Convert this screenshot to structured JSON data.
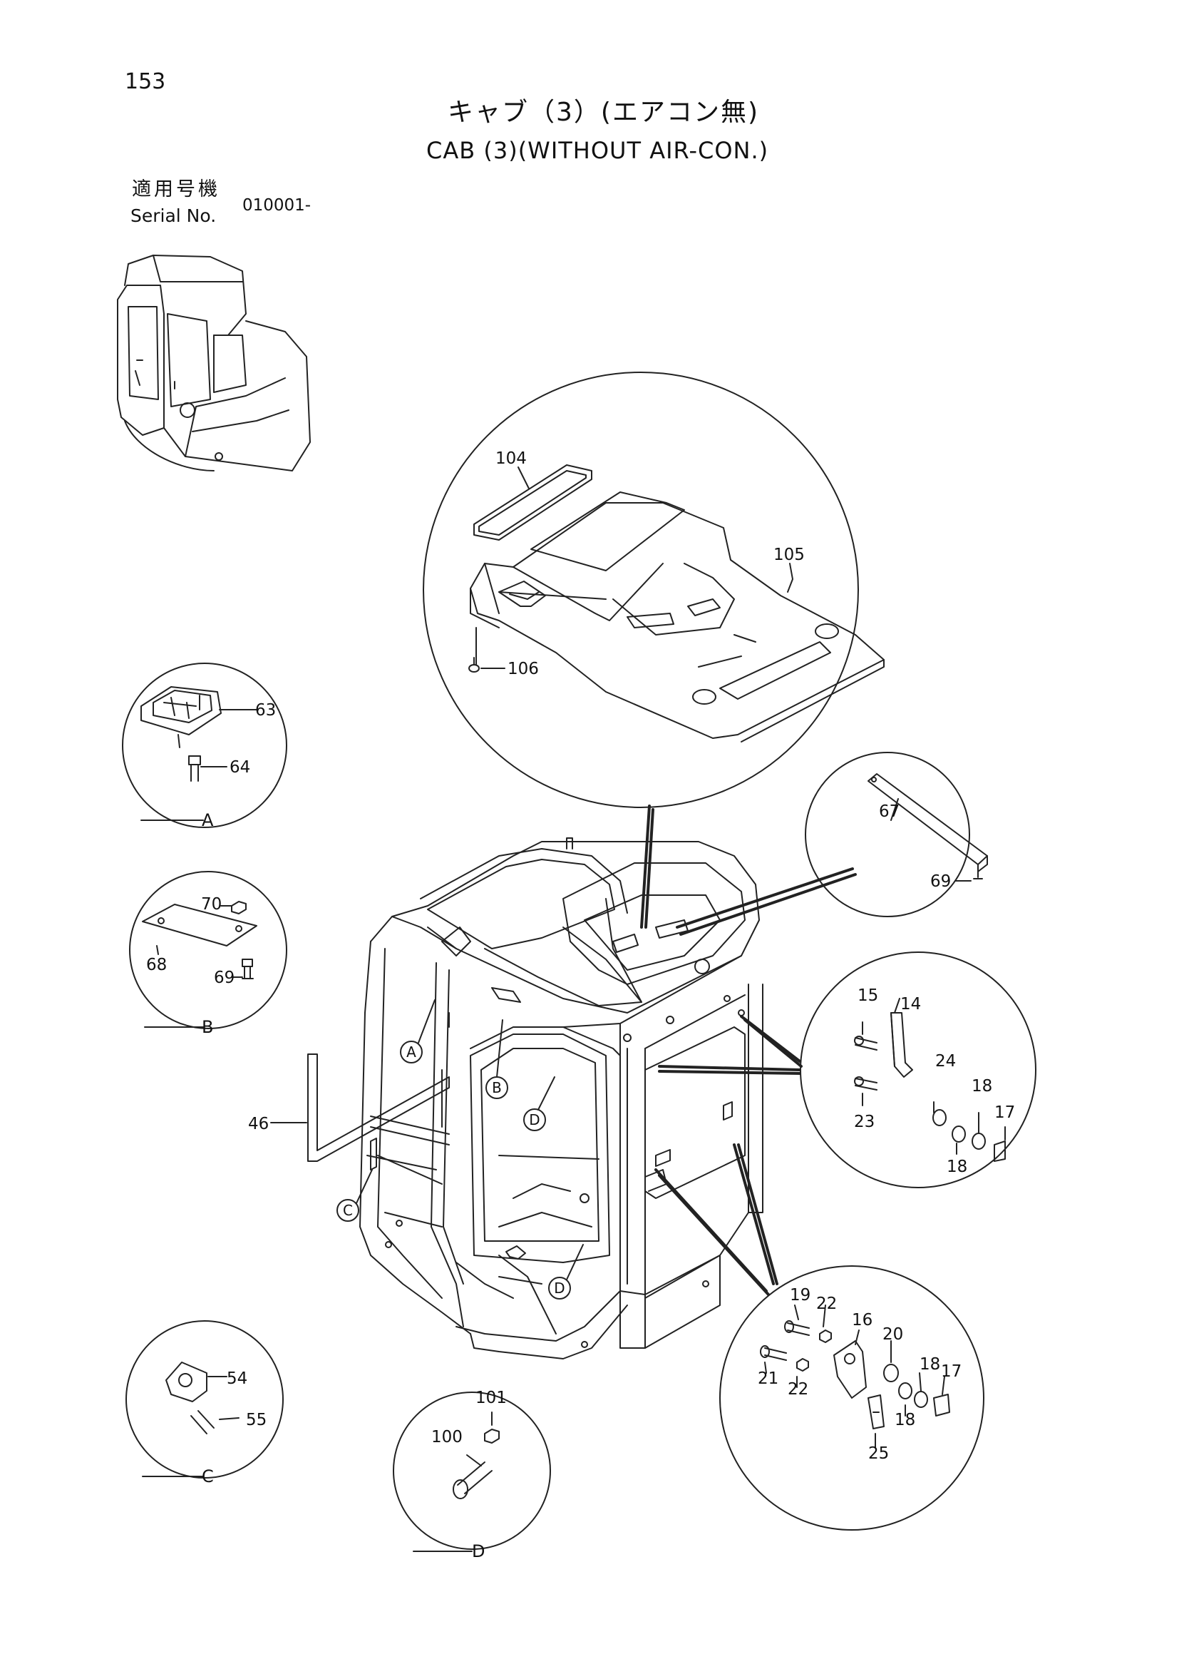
{
  "header": {
    "page_number": "153",
    "title_jp": "キャブ（3）(エアコン無)",
    "title_en": "CAB (3)(WITHOUT AIR-CON.)",
    "serial_label_jp": "適用号機",
    "serial_label_en": "Serial No.",
    "serial_value": "010001-"
  },
  "part_numbers": {
    "p104": "104",
    "p105": "105",
    "p106": "106",
    "p63": "63",
    "p64": "64",
    "p70": "70",
    "p68": "68",
    "p69b": "69",
    "p67": "67",
    "p69r": "69",
    "p15": "15",
    "p14": "14",
    "p24": "24",
    "p18a": "18",
    "p17a": "17",
    "p23": "23",
    "p18b": "18",
    "p46": "46",
    "p54": "54",
    "p55": "55",
    "p101": "101",
    "p100": "100",
    "p19": "19",
    "p22a": "22",
    "p16": "16",
    "p20": "20",
    "p18c": "18",
    "p17b": "17",
    "p21": "21",
    "p22b": "22",
    "p18d": "18",
    "p25": "25"
  },
  "callouts": {
    "a_label": "A",
    "b_label": "B",
    "c_label": "C",
    "d_label": "D",
    "a_marker": "A",
    "b_marker": "B",
    "c_marker": "C",
    "d_marker1": "D",
    "d_marker2": "D"
  }
}
